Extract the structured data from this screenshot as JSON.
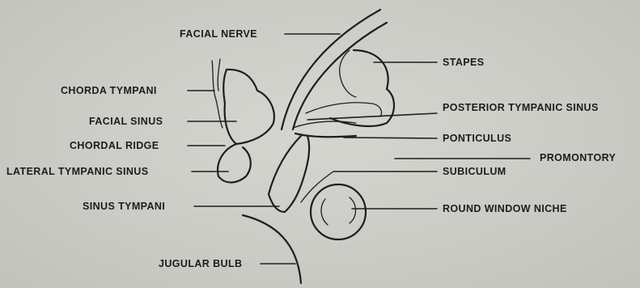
{
  "labels": {
    "facial_nerve": "FACIAL NERVE",
    "stapes": "STAPES",
    "chorda_tympani": "CHORDA TYMPANI",
    "facial_sinus": "FACIAL SINUS",
    "chordal_ridge": "CHORDAL RIDGE",
    "lateral_tympanic_sinus": "LATERAL TYMPANIC SINUS",
    "posterior_tympanic_sinus": "POSTERIOR TYMPANIC SINUS",
    "ponticulus": "PONTICULUS",
    "promontory": "PROMONTORY",
    "subiculum": "SUBICULUM",
    "sinus_tympani": "SINUS TYMPANI",
    "round_window_niche": "ROUND WINDOW NICHE",
    "jugular_bulb": "JUGULAR BULB"
  }
}
